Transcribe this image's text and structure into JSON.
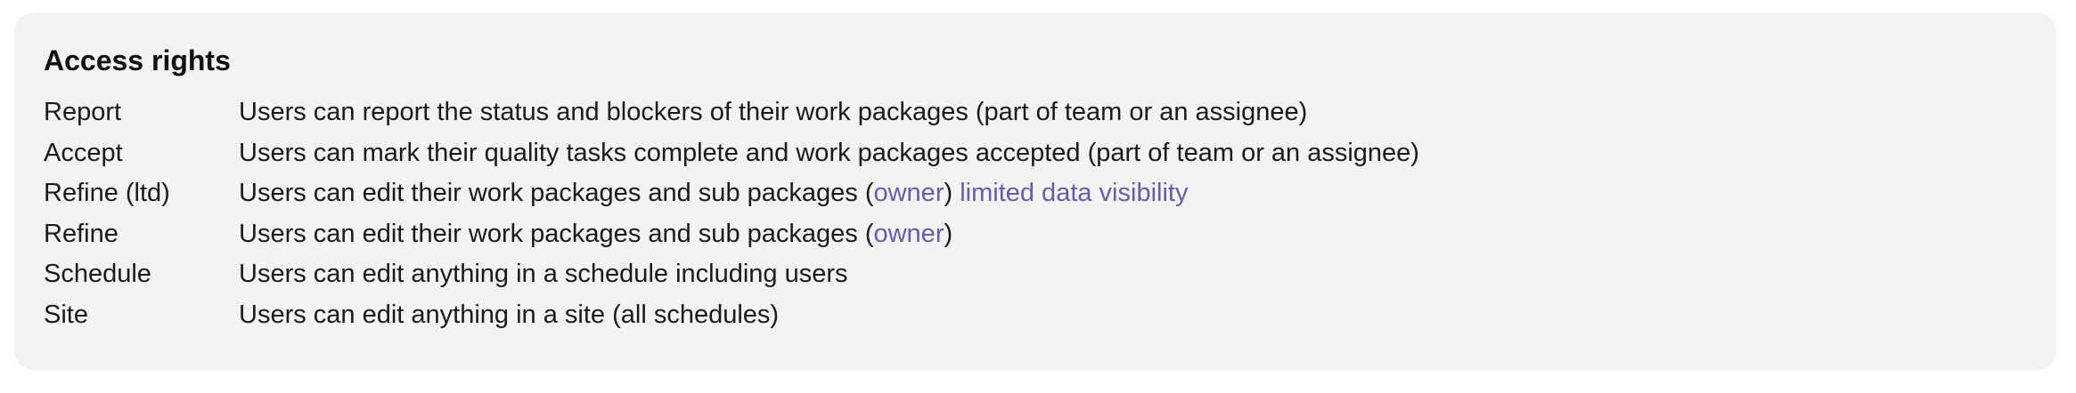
{
  "panel": {
    "title": "Access rights"
  },
  "rights": [
    {
      "name": "Report",
      "desc_before": "Users can report the status and blockers of their work packages (part of team or an assignee)"
    },
    {
      "name": "Accept",
      "desc_before": "Users can mark their quality tasks complete and work packages accepted (part of team or an assignee)"
    },
    {
      "name": "Refine (ltd)",
      "desc_before": "Users can edit their work packages and sub packages (",
      "link": "owner",
      "desc_after": ") ",
      "extra_link": "limited data visibility"
    },
    {
      "name": "Refine",
      "desc_before": "Users can edit their work packages and sub packages (",
      "link": "owner",
      "desc_after": ")"
    },
    {
      "name": "Schedule",
      "desc_before": "Users can edit anything in a schedule including users"
    },
    {
      "name": "Site",
      "desc_before": "Users can edit anything in a site (all schedules)"
    }
  ],
  "colors": {
    "panel_background": "#f3f3f3",
    "link": "#6b5aa6",
    "text": "#1a1a1a"
  }
}
